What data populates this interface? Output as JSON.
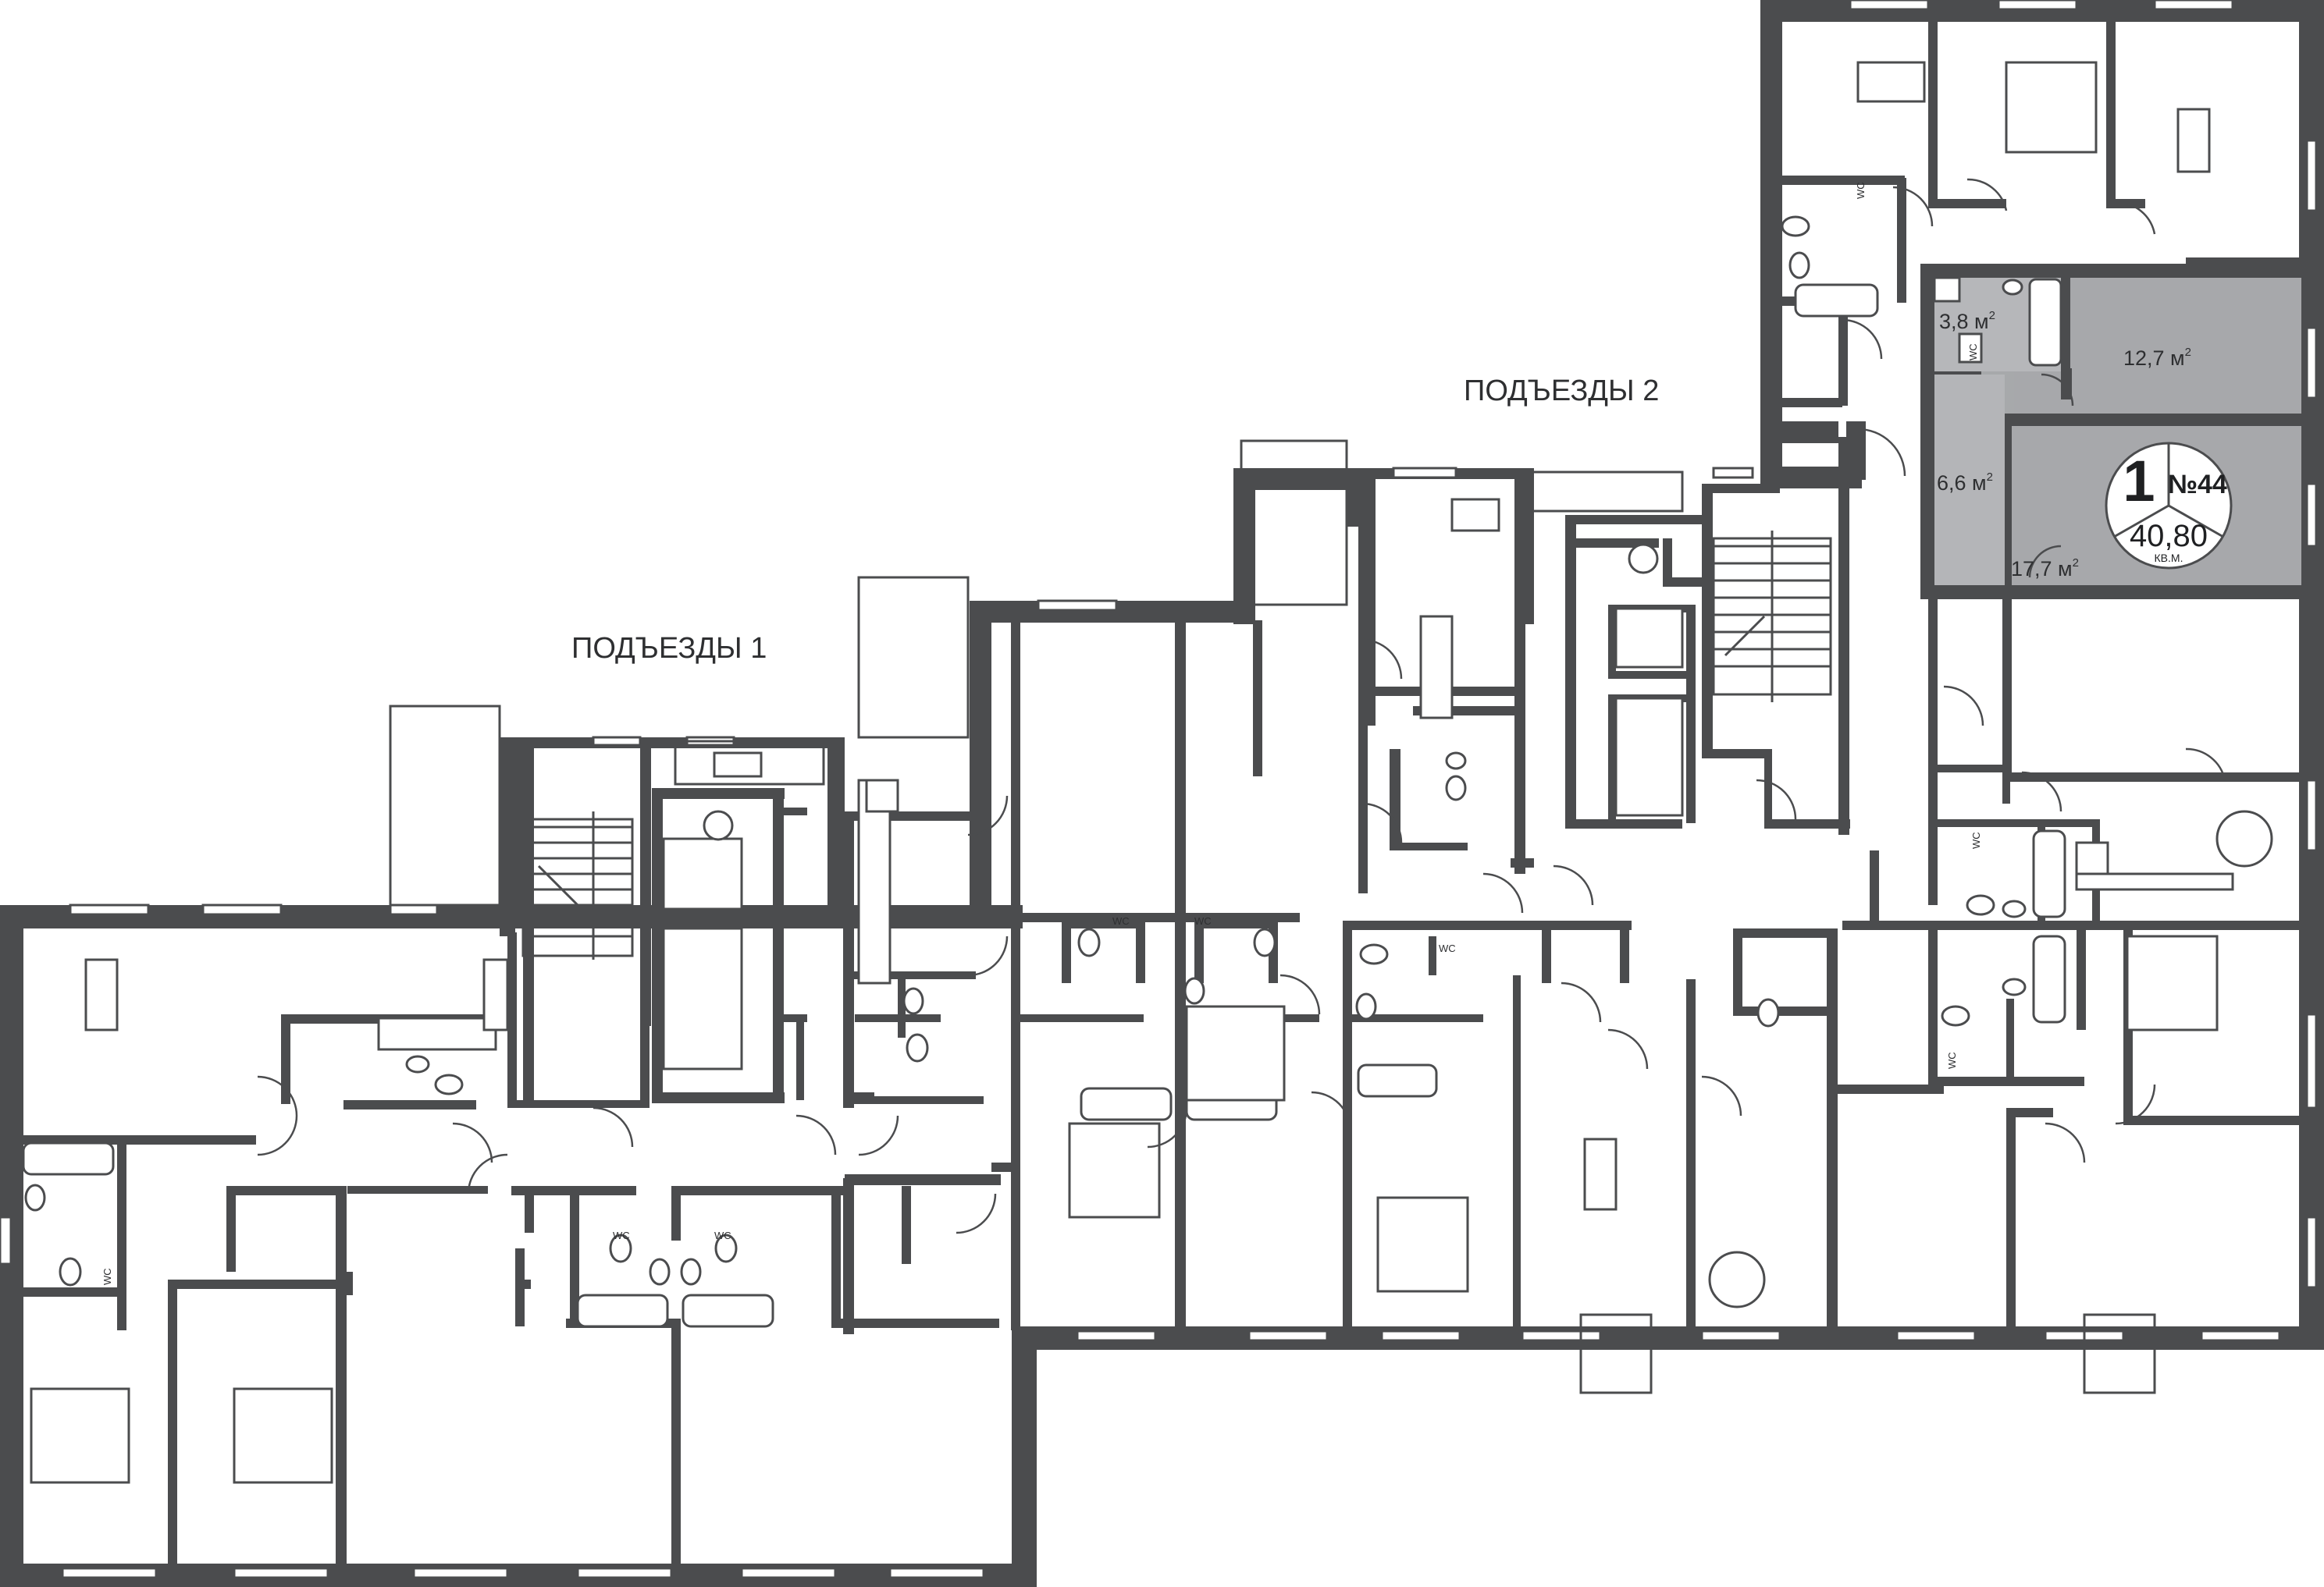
{
  "entrance_labels": {
    "entrance_1": "ПОДЪЕЗДЫ 1",
    "entrance_2": "ПОДЪЕЗДЫ 2"
  },
  "apartment": {
    "rooms_count": "1",
    "number": "№44",
    "total_area": "40,80",
    "area_unit": "КВ.М.",
    "rooms": [
      {
        "area": "3,8 м",
        "sup": "2"
      },
      {
        "area": "12,7 м",
        "sup": "2"
      },
      {
        "area": "6,6 м",
        "sup": "2"
      },
      {
        "area": "17,7 м",
        "sup": "2"
      }
    ]
  },
  "wc_label": "WC",
  "colors": {
    "wall": "#4b4c4e",
    "highlight": "#a7a8ab"
  }
}
